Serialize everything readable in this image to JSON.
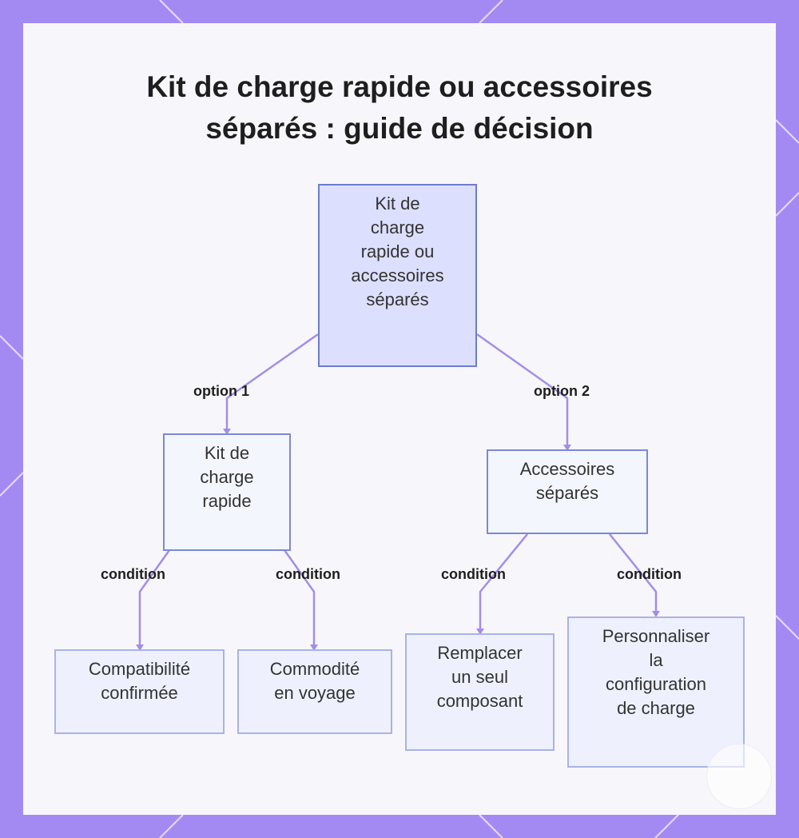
{
  "title_lines": [
    "Kit de charge rapide ou accessoires",
    "séparés : guide de décision"
  ],
  "nodes": {
    "root": [
      "Kit de",
      "charge",
      "rapide ou",
      "accessoires",
      "séparés"
    ],
    "kit": [
      "Kit de",
      "charge",
      "rapide"
    ],
    "accessoires": [
      "Accessoires",
      "séparés"
    ],
    "compatibilite": [
      "Compatibilité",
      "confirmée"
    ],
    "commodite": [
      "Commodité",
      "en voyage"
    ],
    "remplacer": [
      "Remplacer",
      "un seul",
      "composant"
    ],
    "personnaliser": [
      "Personnaliser",
      "la",
      "configuration",
      "de charge"
    ]
  },
  "edge_labels": {
    "option_1": "option 1",
    "option_2": "option 2",
    "condition_1": "condition",
    "condition_2": "condition",
    "condition_3": "condition",
    "condition_4": "condition"
  },
  "colors": {
    "frame": "#a38af3",
    "card": "#f7f7fb",
    "connector": "#a48ce8",
    "node_border": "#7b88d6",
    "root_fill": "#dcdffd"
  }
}
